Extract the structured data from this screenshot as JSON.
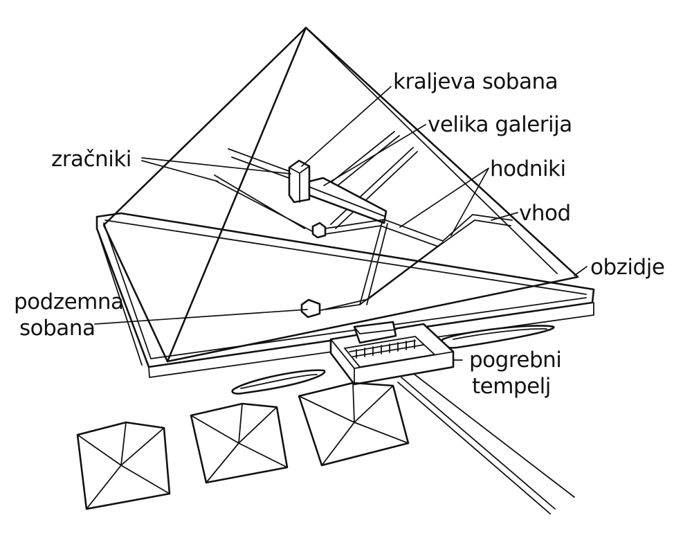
{
  "labels": {
    "kings_chamber": "kraljeva sobana",
    "grand_gallery": "velika galerija",
    "air_shafts": "zračniki",
    "corridors": "hodniki",
    "entrance": "vhod",
    "enclosure_wall": "obzidje",
    "underground_chamber_line1": "podzemna",
    "underground_chamber_line2": "sobana",
    "mortuary_temple_line1": "pogrebni",
    "mortuary_temple_line2": "tempelj"
  },
  "style": {
    "ink_color": "#111111",
    "background": "#ffffff"
  }
}
